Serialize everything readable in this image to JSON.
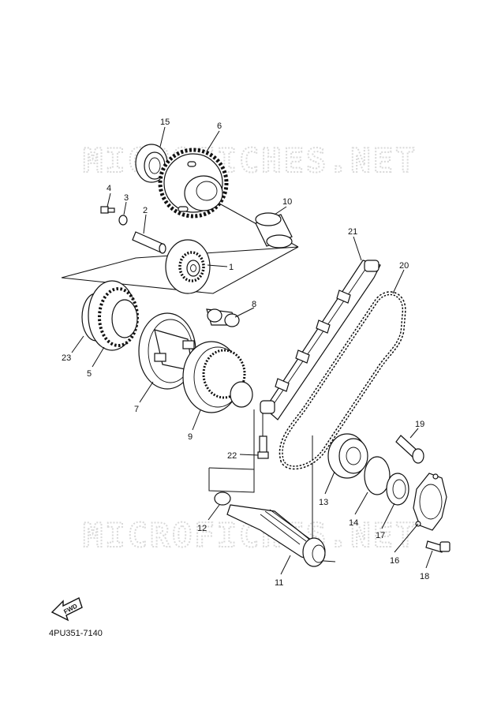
{
  "watermark": "MICROFICHES.NET",
  "figure_code": "4PU351-7140",
  "forward_label": "FWD",
  "callouts": [
    "1",
    "2",
    "3",
    "4",
    "5",
    "6",
    "7",
    "8",
    "9",
    "10",
    "11",
    "12",
    "13",
    "14",
    "15",
    "16",
    "17",
    "18",
    "19",
    "20",
    "21",
    "22",
    "23"
  ]
}
